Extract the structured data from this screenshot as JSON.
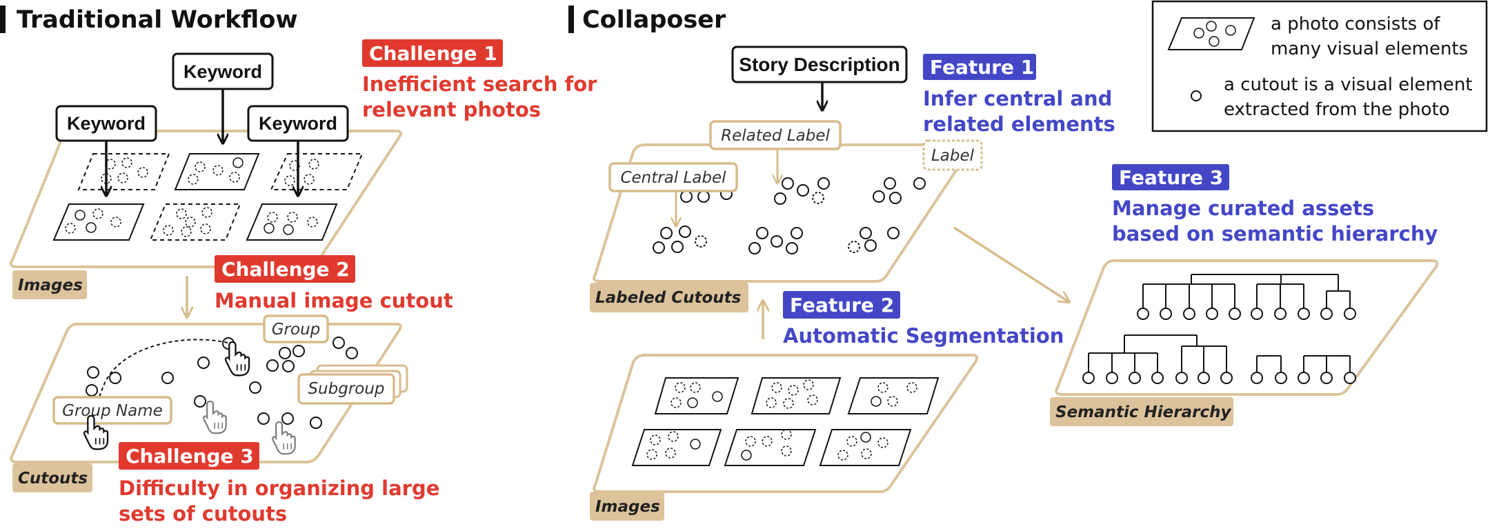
{
  "traditional": {
    "title": "Traditional Workflow",
    "keywords": [
      "Keyword",
      "Keyword",
      "Keyword"
    ],
    "images_tag": "Images",
    "cutouts_tag": "Cutouts",
    "group_label": "Group",
    "subgroup_label": "Subgroup",
    "group_name_label": "Group Name",
    "challenges": [
      {
        "badge": "Challenge 1",
        "lines": [
          "Inefficient search for",
          "relevant photos"
        ]
      },
      {
        "badge": "Challenge 2",
        "lines": [
          "Manual image cutout"
        ]
      },
      {
        "badge": "Challenge 3",
        "lines": [
          "Difficulty in organizing large",
          "sets of cutouts"
        ]
      }
    ]
  },
  "collaposer": {
    "title": "Collaposer",
    "story_description": "Story Description",
    "related_label": "Related Label",
    "central_label": "Central Label",
    "label": "Label",
    "labeled_cutouts_tag": "Labeled Cutouts",
    "images_tag": "Images",
    "semantic_hierarchy_tag": "Semantic Hierarchy",
    "features": [
      {
        "badge": "Feature 1",
        "lines": [
          "Infer central and",
          "related elements"
        ]
      },
      {
        "badge": "Feature 2",
        "lines": [
          "Automatic Segmentation"
        ]
      },
      {
        "badge": "Feature 3",
        "lines": [
          "Manage curated assets",
          "based on semantic hierarchy"
        ]
      }
    ]
  },
  "legend": {
    "photo_lines": [
      "a photo consists of",
      "many visual elements"
    ],
    "cutout_lines": [
      "a cutout is a visual element",
      "extracted from the photo"
    ]
  },
  "colors": {
    "tan": "#dcc39b",
    "tan_dark": "#cda870",
    "challenge_red": "#e03a2f",
    "feature_blue": "#4347c6"
  }
}
